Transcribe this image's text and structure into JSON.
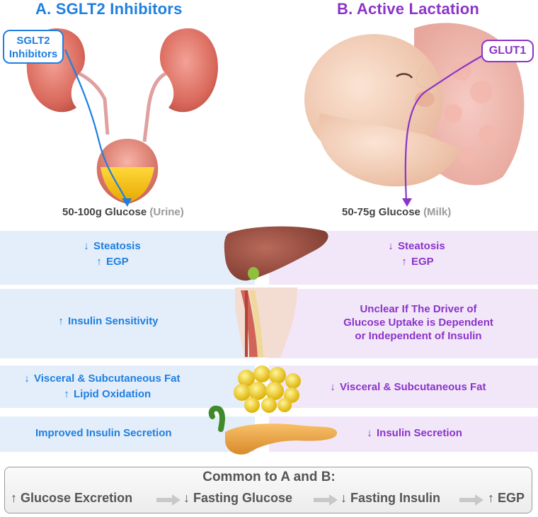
{
  "panel_a": {
    "title": "A. SGLT2 Inhibitors",
    "callout": [
      "SGLT2",
      "Inhibitors"
    ],
    "glucose_amount": "50-100g Glucose",
    "glucose_source": "(Urine)",
    "color": "#1f7fe0"
  },
  "panel_b": {
    "title": "B. Active Lactation",
    "callout": "GLUT1",
    "glucose_amount": "50-75g Glucose",
    "glucose_source": "(Milk)",
    "color": "#8b34c8"
  },
  "rows": {
    "liver": {
      "a": [
        {
          "dir": "down",
          "text": "Steatosis"
        },
        {
          "dir": "up",
          "text": "EGP"
        }
      ],
      "b": [
        {
          "dir": "down",
          "text": "Steatosis"
        },
        {
          "dir": "up",
          "text": "EGP"
        }
      ]
    },
    "muscle": {
      "a": [
        {
          "dir": "up",
          "text": "Insulin Sensitivity"
        }
      ],
      "b_lines": [
        "Unclear If The Driver of",
        "Glucose Uptake is Dependent",
        "or Independent of Insulin"
      ]
    },
    "fat": {
      "a": [
        {
          "dir": "down",
          "text": "Visceral & Subcutaneous Fat"
        },
        {
          "dir": "up",
          "text": "Lipid Oxidation"
        }
      ],
      "b": [
        {
          "dir": "down",
          "text": "Visceral & Subcutaneous Fat"
        }
      ]
    },
    "pancreas": {
      "a_text": "Improved Insulin Secretion",
      "b": [
        {
          "dir": "down",
          "text": "Insulin Secretion"
        }
      ]
    }
  },
  "common": {
    "title": "Common to A and B:",
    "steps": [
      {
        "dir": "up",
        "text": "Glucose Excretion"
      },
      {
        "dir": "down",
        "text": "Fasting Glucose"
      },
      {
        "dir": "down",
        "text": "Fasting Insulin"
      },
      {
        "dir": "up",
        "text": "EGP"
      }
    ]
  },
  "icons": {
    "up": "↑",
    "down": "↓"
  }
}
